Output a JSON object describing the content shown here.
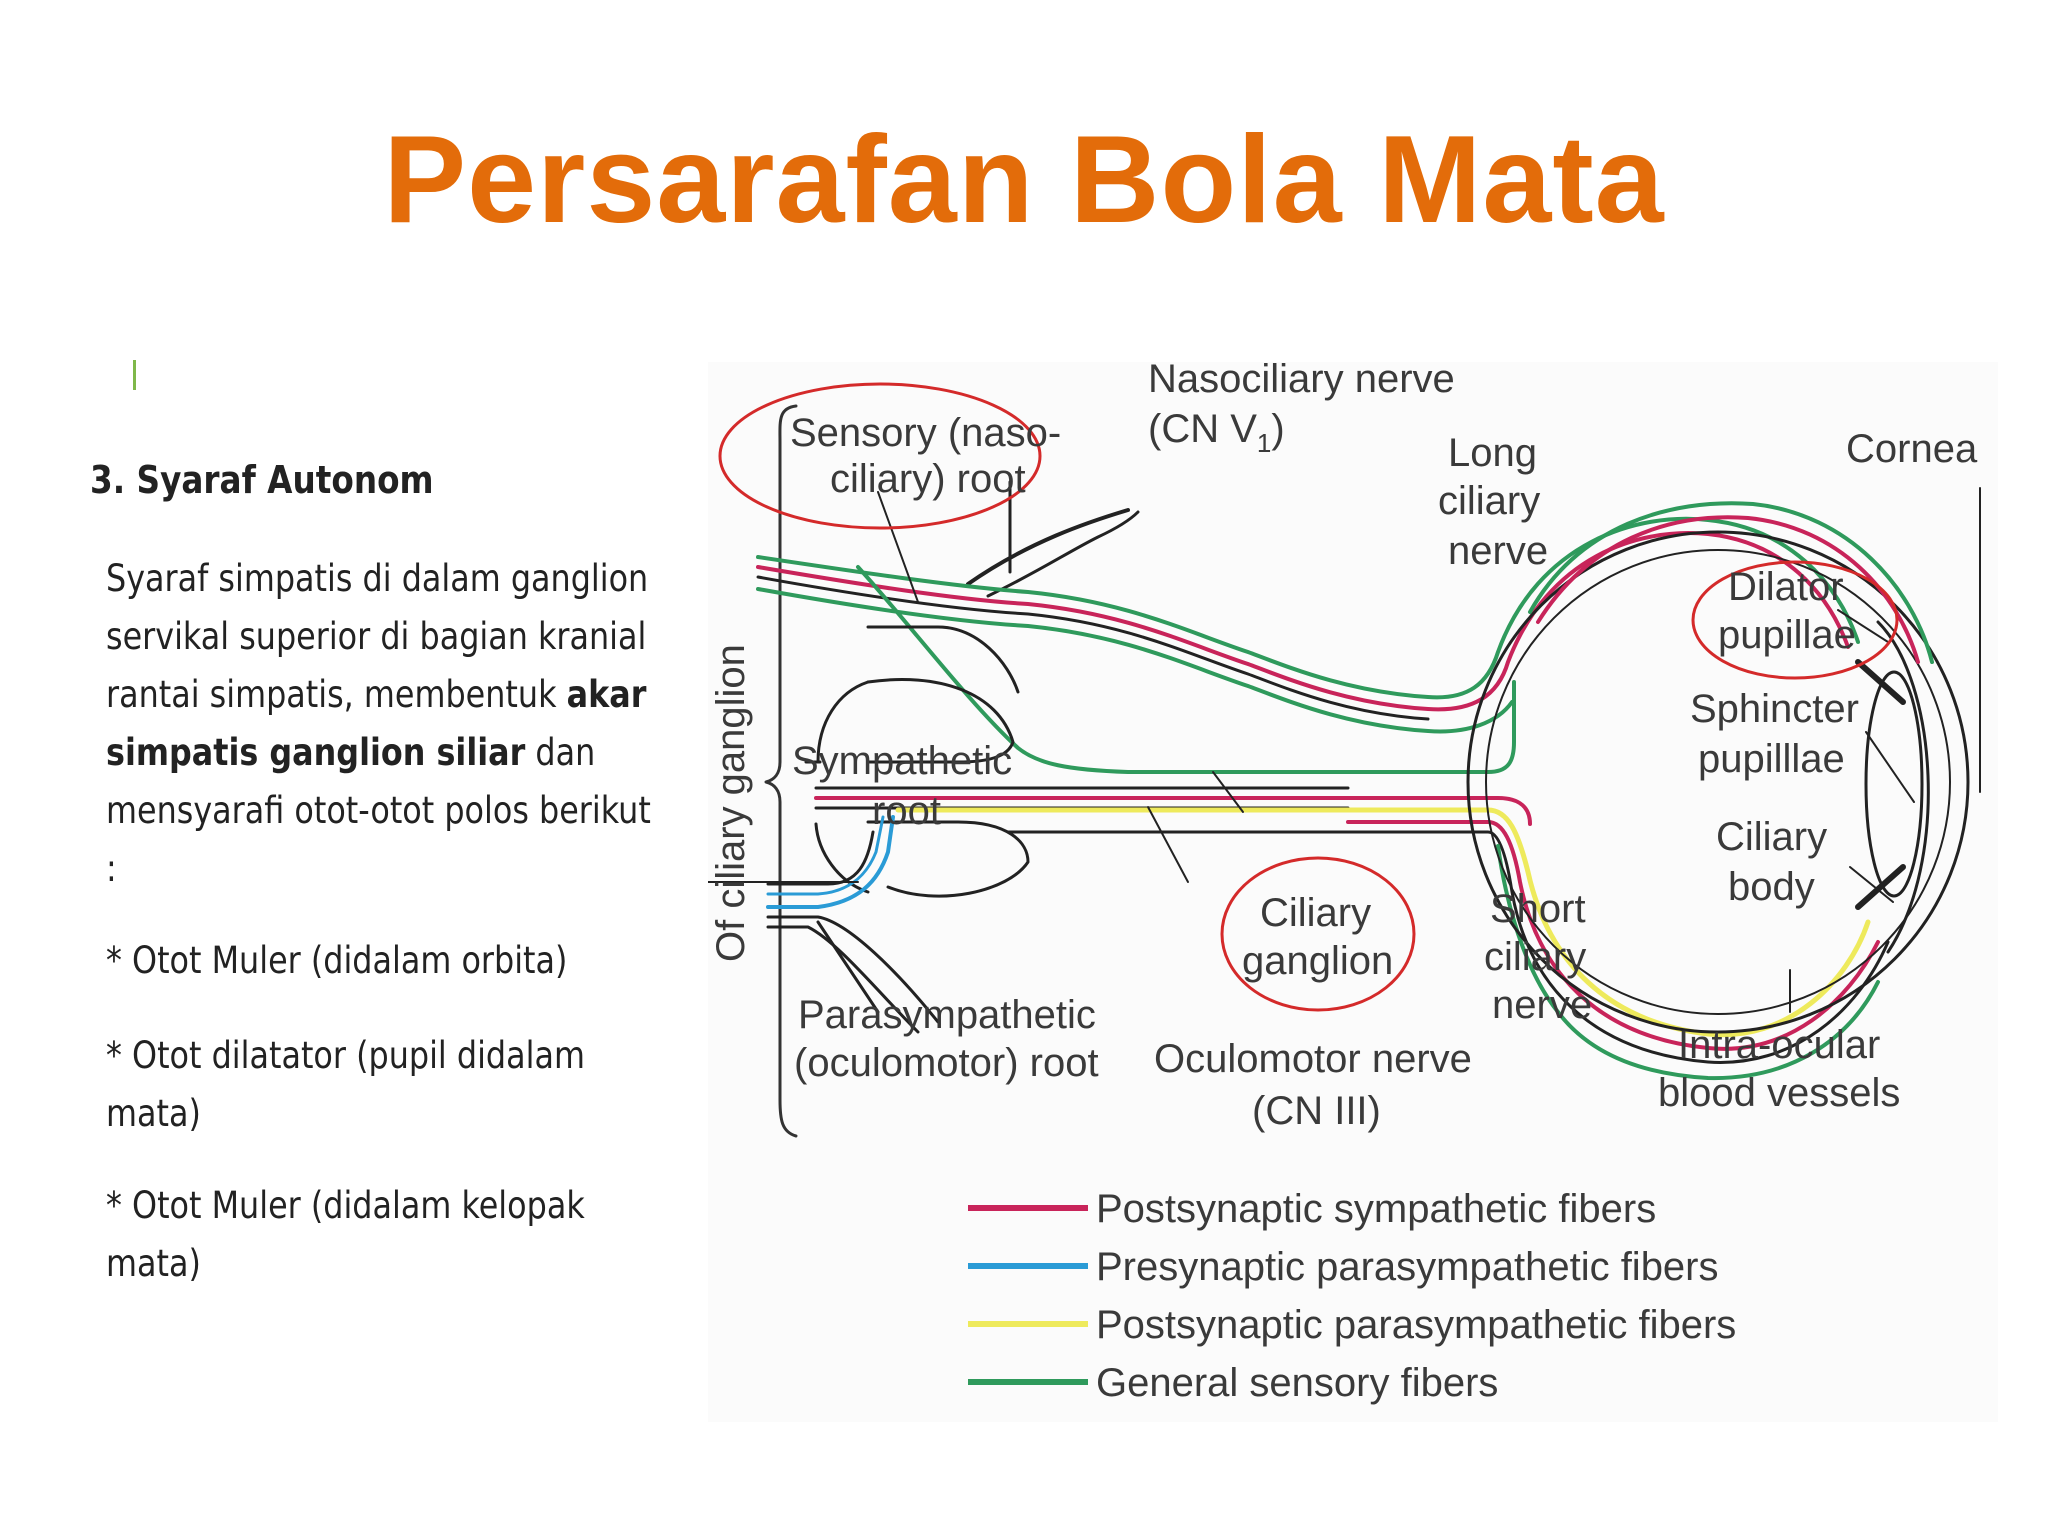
{
  "title": "Persarafan Bola Mata",
  "left": {
    "heading": "3. Syaraf Autonom",
    "paragraph_part1": "Syaraf simpatis di dalam ganglion servikal superior di bagian kranial rantai simpatis, membentuk ",
    "paragraph_bold": "akar simpatis ganglion siliar",
    "paragraph_part2": " dan mensyarafi otot-otot polos berikut :",
    "bullets": [
      "* Otot Muler (didalam orbita)",
      "* Otot dilatator (pupil didalam mata)",
      "* Otot Muler (didalam kelopak mata)"
    ]
  },
  "diagram": {
    "labels": {
      "sensory_root_1": "Sensory (naso-",
      "sensory_root_2": "ciliary) root",
      "nasociliary_1": "Nasociliary nerve",
      "nasociliary_2": "(CN V",
      "nasociliary_sub": "1",
      "nasociliary_close": ")",
      "long_ciliary_1": "Long",
      "long_ciliary_2": "ciliary",
      "long_ciliary_3": "nerve",
      "cornea": "Cornea",
      "dilator_1": "Dilator",
      "dilator_2": "pupillae",
      "sphincter_1": "Sphincter",
      "sphincter_2": "pupilllae",
      "ciliary_body_1": "Ciliary",
      "ciliary_body_2": "body",
      "sympathetic_1": "Sympathetic",
      "sympathetic_2": "root",
      "vertical": "Of ciliary ganglion",
      "ciliary_ganglion_1": "Ciliary",
      "ciliary_ganglion_2": "ganglion",
      "short_ciliary_1": "Short",
      "short_ciliary_2": "ciliary",
      "short_ciliary_3": "nerve",
      "parasym_1": "Parasympathetic",
      "parasym_2": "(oculomotor) root",
      "oculomotor_1": "Oculomotor nerve",
      "oculomotor_2": "(CN III)",
      "intraocular_1": "Intra-ocular",
      "intraocular_2": "blood vessels"
    },
    "legend": [
      {
        "label": "Postsynaptic sympathetic fibers",
        "color": "#c8245a"
      },
      {
        "label": "Presynaptic parasympathetic fibers",
        "color": "#2a9bd6"
      },
      {
        "label": "Postsynaptic parasympathetic fibers",
        "color": "#eeea5c"
      },
      {
        "label": "General sensory fibers",
        "color": "#2f9a5c"
      }
    ]
  }
}
